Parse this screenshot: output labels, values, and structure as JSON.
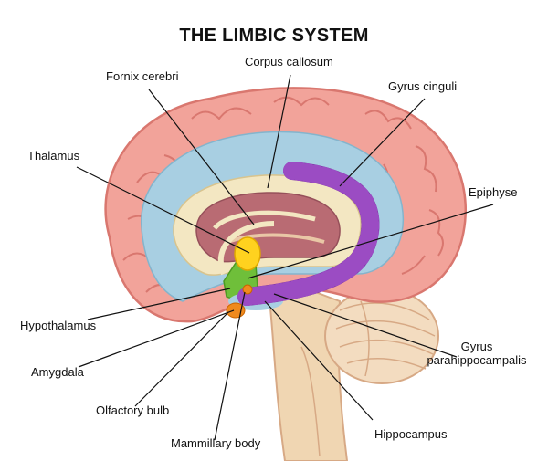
{
  "title": "THE LIMBIC SYSTEM",
  "labels": {
    "fornix": "Fornix cerebri",
    "corpus": "Corpus callosum",
    "gyrus_cinguli": "Gyrus cinguli",
    "thalamus": "Thalamus",
    "epiphyse": "Epiphyse",
    "hypothalamus": "Hypothalamus",
    "gyrus_para_1": "Gyrus",
    "gyrus_para_2": "parahippocampalis",
    "amygdala": "Amygdala",
    "olfactory": "Olfactory bulb",
    "hippocampus": "Hippocampus",
    "mammillary": "Mammillary body"
  },
  "colors": {
    "cortex": "#f2a39a",
    "cortex_dark": "#d9776f",
    "cingulate": "#a8cfe2",
    "corpus": "#f3e7c2",
    "inner": "#b96b73",
    "stem": "#f0d6b2",
    "cerebellum": "#f3dcc0",
    "purple": "#7a2fa0",
    "thalamus": "#ffd21f",
    "hypothalamus": "#6fbf3a",
    "mammillary": "#f08a1d"
  }
}
